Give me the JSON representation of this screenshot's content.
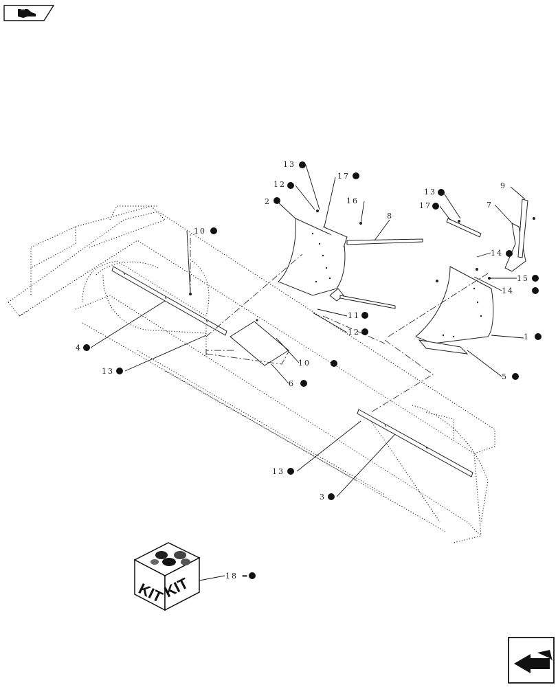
{
  "callouts": [
    {
      "id": "c1",
      "label": "1"
    },
    {
      "id": "c2",
      "label": "2"
    },
    {
      "id": "c3",
      "label": "3"
    },
    {
      "id": "c4",
      "label": "4"
    },
    {
      "id": "c5",
      "label": "5"
    },
    {
      "id": "c6",
      "label": "6"
    },
    {
      "id": "c7",
      "label": "7"
    },
    {
      "id": "c8",
      "label": "8"
    },
    {
      "id": "c9",
      "label": "9"
    },
    {
      "id": "c10a",
      "label": "10"
    },
    {
      "id": "c10b",
      "label": "10"
    },
    {
      "id": "c11",
      "label": "11"
    },
    {
      "id": "c12a",
      "label": "12"
    },
    {
      "id": "c12b",
      "label": "12"
    },
    {
      "id": "c13a",
      "label": "13"
    },
    {
      "id": "c13b",
      "label": "13"
    },
    {
      "id": "c13c",
      "label": "13"
    },
    {
      "id": "c13d",
      "label": "13"
    },
    {
      "id": "c14a",
      "label": "14"
    },
    {
      "id": "c14b",
      "label": "14"
    },
    {
      "id": "c15",
      "label": "15"
    },
    {
      "id": "c16",
      "label": "16"
    },
    {
      "id": "c17a",
      "label": "17"
    },
    {
      "id": "c17b",
      "label": "17"
    },
    {
      "id": "c18",
      "label": "18 ="
    }
  ],
  "kit": {
    "face_left": "KIT",
    "face_right": "KIT"
  },
  "icons": {
    "top_left": "book-hand-icon",
    "bottom_right": "next-page-arrow-icon"
  }
}
